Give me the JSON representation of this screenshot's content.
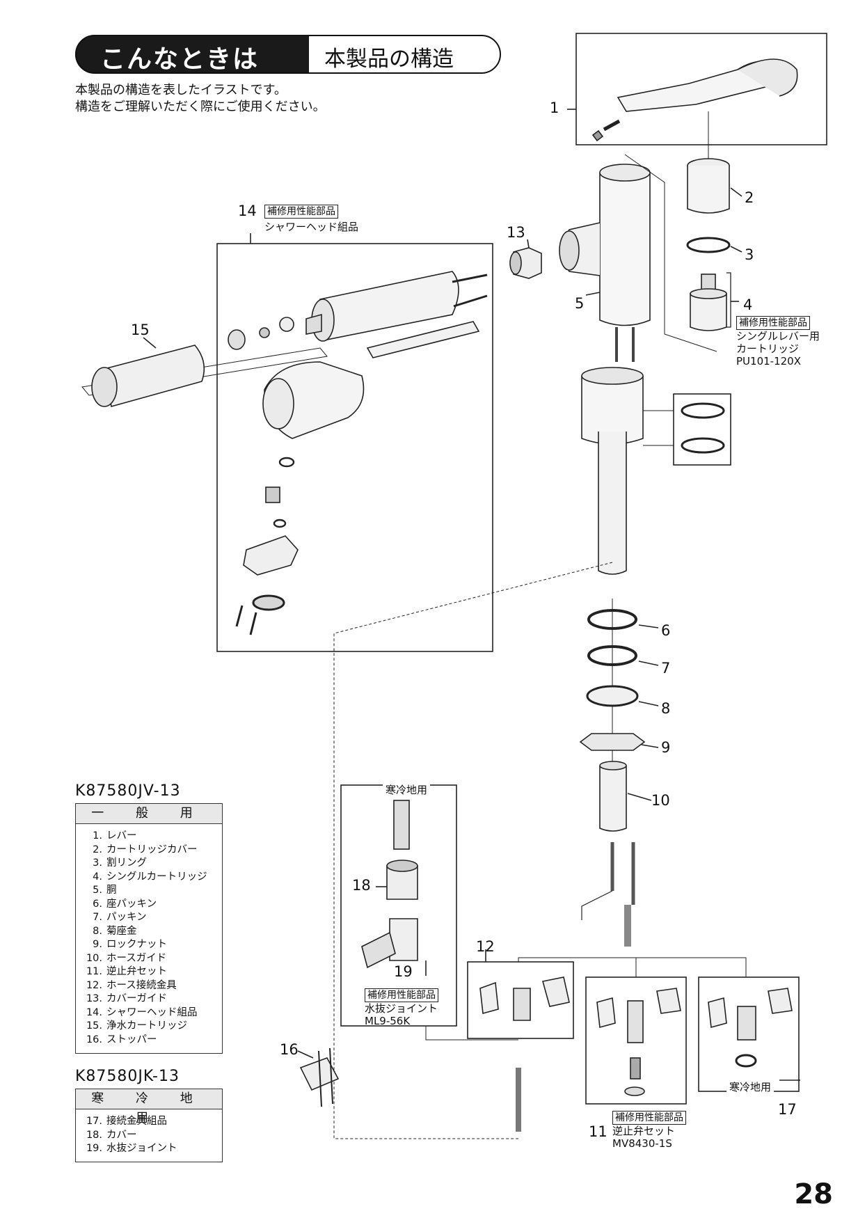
{
  "header": {
    "category": "こんなときは",
    "title": "本製品の構造"
  },
  "intro": {
    "line1": "本製品の構造を表したイラストです。",
    "line2": "構造をご理解いただく際にご使用ください。"
  },
  "callouts": {
    "n1": "1",
    "n2": "2",
    "n3": "3",
    "n4": "4",
    "n5": "5",
    "n6": "6",
    "n7": "7",
    "n8": "8",
    "n9": "9",
    "n10": "10",
    "n11": "11",
    "n12": "12",
    "n13": "13",
    "n14": "14",
    "n15": "15",
    "n16": "16",
    "n17": "17",
    "n18": "18",
    "n19": "19"
  },
  "part_notes": {
    "p4_badge": "補修用性能部品",
    "p4_name": "シングルレバー用",
    "p4_name2": "カートリッジ",
    "p4_model": "PU101-120X",
    "p14_badge": "補修用性能部品",
    "p14_name": "シャワーヘッド組品",
    "p19_badge": "補修用性能部品",
    "p19_name": "水抜ジョイント",
    "p19_model": "ML9-56K",
    "p11_badge": "補修用性能部品",
    "p11_name": "逆止弁セット",
    "p11_model": "MV8430-1S",
    "cold_area_1": "寒冷地用",
    "cold_area_2": "寒冷地用"
  },
  "list_general": {
    "model": "K87580JV-13",
    "heading": "一 般 用",
    "items": [
      {
        "n": "1.",
        "name": "レバー"
      },
      {
        "n": "2.",
        "name": "カートリッジカバー"
      },
      {
        "n": "3.",
        "name": "割リング"
      },
      {
        "n": "4.",
        "name": "シングルカートリッジ"
      },
      {
        "n": "5.",
        "name": "胴"
      },
      {
        "n": "6.",
        "name": "座パッキン"
      },
      {
        "n": "7.",
        "name": "パッキン"
      },
      {
        "n": "8.",
        "name": "菊座金"
      },
      {
        "n": "9.",
        "name": "ロックナット"
      },
      {
        "n": "10.",
        "name": "ホースガイド"
      },
      {
        "n": "11.",
        "name": "逆止弁セット"
      },
      {
        "n": "12.",
        "name": "ホース接続金具"
      },
      {
        "n": "13.",
        "name": "カバーガイド"
      },
      {
        "n": "14.",
        "name": "シャワーヘッド組品"
      },
      {
        "n": "15.",
        "name": "浄水カートリッジ"
      },
      {
        "n": "16.",
        "name": "ストッパー"
      }
    ]
  },
  "list_cold": {
    "model": "K87580JK-13",
    "heading": "寒 冷 地 用",
    "items": [
      {
        "n": "17.",
        "name": "接続金具組品"
      },
      {
        "n": "18.",
        "name": "カバー"
      },
      {
        "n": "19.",
        "name": "水抜ジョイント"
      }
    ]
  },
  "page_number": "28"
}
